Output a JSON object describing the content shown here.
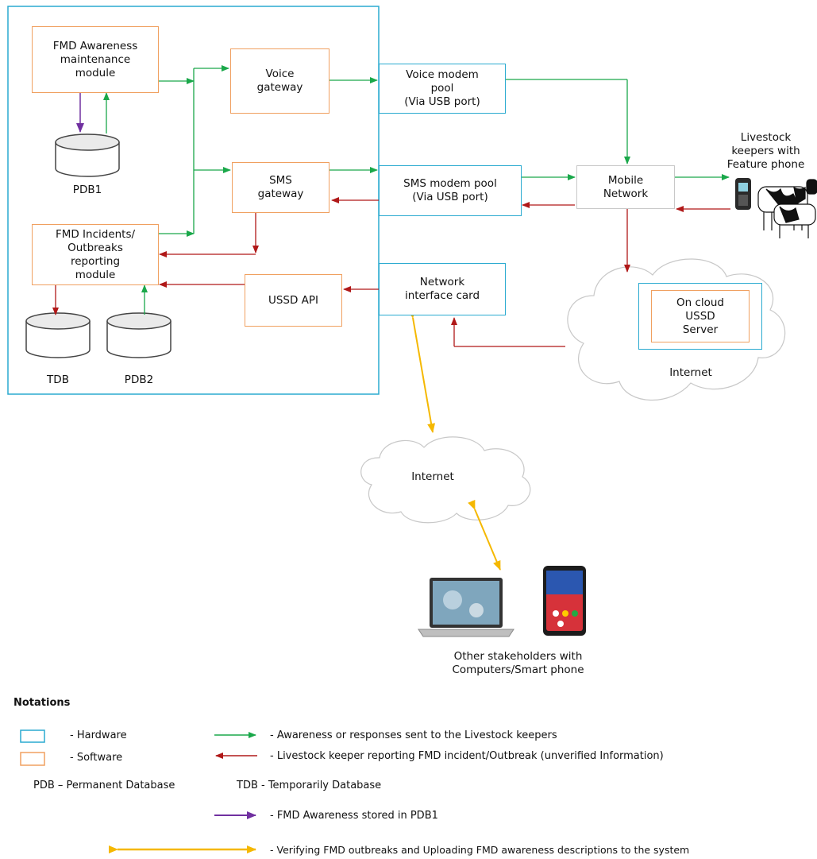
{
  "modules": {
    "awareness": "FMD Awareness\nmaintenance\nmodule",
    "incidents": "FMD Incidents/\nOutbreaks\nreporting\nmodule",
    "voice_gateway": "Voice\ngateway",
    "sms_gateway": "SMS\ngateway",
    "ussd_api": "USSD API",
    "voice_modem": "Voice modem\npool\n(Via USB  port)",
    "sms_modem": "SMS modem pool\n(Via USB  port)",
    "nic": "Network\ninterface card",
    "mobile_network": "Mobile\nNetwork",
    "ussd_server": "On cloud\nUSSD\nServer"
  },
  "databases": {
    "pdb1": "PDB1",
    "tdb": "TDB",
    "pdb2": "PDB2"
  },
  "labels": {
    "livestock_keepers": "Livestock\nkeepers with\nFeature phone",
    "internet_cloud_right": "Internet",
    "internet_cloud_center": "Internet",
    "stakeholders": "Other stakeholders with\nComputers/Smart phone"
  },
  "notations": {
    "title": "Notations",
    "hardware": "- Hardware",
    "software": "- Software",
    "green_arrow": "-  Awareness or responses sent to the Livestock keepers",
    "red_arrow": "-  Livestock keeper reporting FMD incident/Outbreak (unverified Information)",
    "pdb": "PDB – Permanent Database",
    "tdb": "TDB - Temporarily Database",
    "purple_arrow": "- FMD Awareness stored in PDB1",
    "yellow_arrow": "- Verifying FMD outbreaks and Uploading FMD awareness descriptions to the system"
  },
  "colors": {
    "hardware": "#2aaad0",
    "software": "#f0a060",
    "green": "#1aa84a",
    "red": "#b01818",
    "purple": "#7030a0",
    "yellow": "#f5b800"
  }
}
